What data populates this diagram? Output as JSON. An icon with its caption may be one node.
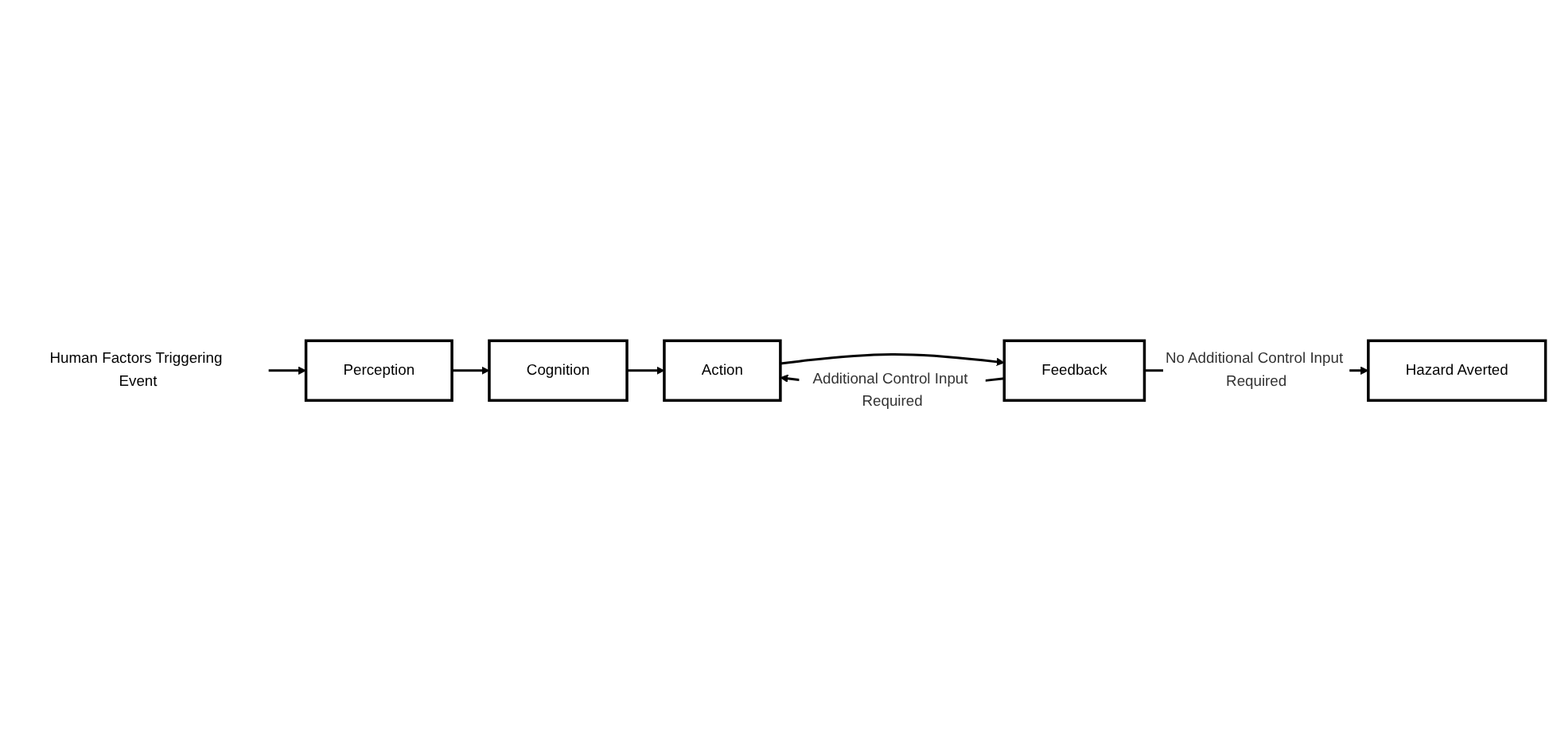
{
  "diagram": {
    "nodes": [
      {
        "text": [
          "Human Factors Triggering Event"
        ]
      },
      {
        "text": [
          "Perception"
        ]
      },
      {
        "text": [
          "Cognition"
        ]
      },
      {
        "text": [
          "Action"
        ]
      },
      {
        "text": [
          "Feedback"
        ]
      },
      {
        "text": [
          "Hazard Averted"
        ]
      }
    ],
    "edges": [
      {
        "from": 0,
        "to": 1,
        "arrow": "to"
      },
      {
        "from": 1,
        "to": 2,
        "arrow": "to"
      },
      {
        "from": 2,
        "to": 3,
        "arrow": "to"
      },
      {
        "from": 3,
        "to": 4,
        "arrow": "to"
      },
      {
        "from": 4,
        "to": 3,
        "label": "Additional Control Input Required",
        "arrow": "to"
      },
      {
        "from": 4,
        "to": 5,
        "label": "No Additional Control Input Required",
        "arrow": "to"
      }
    ]
  }
}
